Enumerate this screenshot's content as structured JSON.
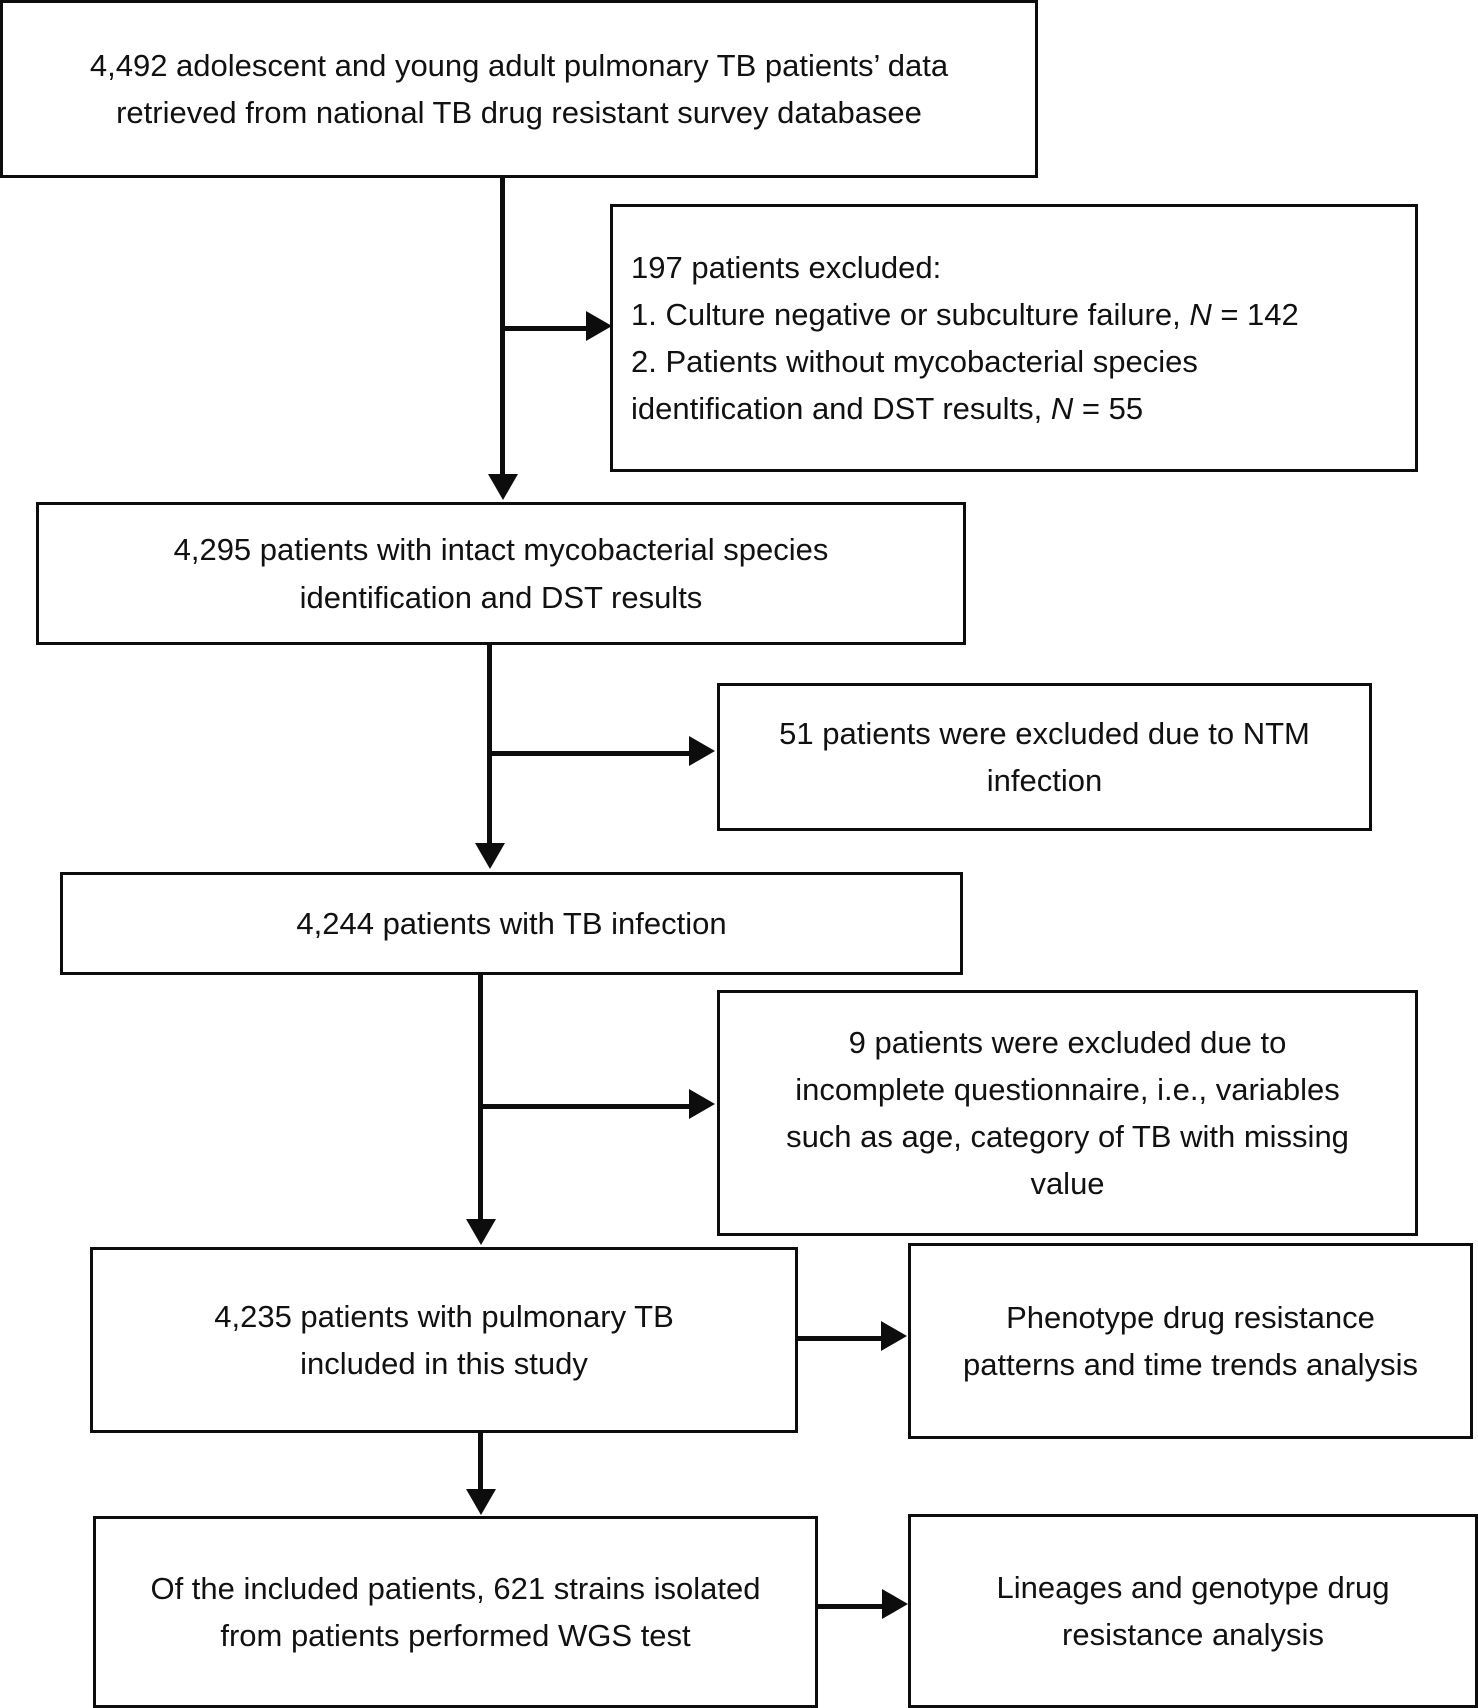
{
  "chart_data": {
    "type": "diagram",
    "title": "Study participant flow diagram",
    "nodes": [
      {
        "id": "source",
        "text": "4,492 adolescent and young adult pulmonary TB patients' data retrieved from national TB drug resistant survey databasee",
        "count": 4492
      },
      {
        "id": "excluded197",
        "text": "197 patients excluded: 1. Culture negative or subculture failure, N = 142; 2. Patients without mycobacterial species identification and DST results, N = 55",
        "count": 197
      },
      {
        "id": "intact",
        "text": "4,295 patients with intact mycobacterial species identification and DST results",
        "count": 4295
      },
      {
        "id": "ntm",
        "text": "51 patients were excluded due to NTM infection",
        "count": 51
      },
      {
        "id": "tbinf",
        "text": "4,244 patients with TB infection",
        "count": 4244
      },
      {
        "id": "excluded9",
        "text": "9 patients were excluded due to incomplete questionnaire, i.e., variables such as age, category of TB with missing value",
        "count": 9
      },
      {
        "id": "included",
        "text": "4,235 patients with pulmonary TB included in this study",
        "count": 4235
      },
      {
        "id": "phenotype",
        "text": "Phenotype drug resistance patterns and time trends analysis"
      },
      {
        "id": "wgs",
        "text": "Of the included patients, 621 strains isolated from patients performed WGS test",
        "count": 621
      },
      {
        "id": "lineage",
        "text": "Lineages and genotype drug resistance analysis"
      }
    ],
    "edges": [
      {
        "from": "source",
        "to": "intact",
        "type": "down"
      },
      {
        "from": "source",
        "to": "excluded197",
        "type": "right"
      },
      {
        "from": "intact",
        "to": "tbinf",
        "type": "down"
      },
      {
        "from": "intact",
        "to": "ntm",
        "type": "right"
      },
      {
        "from": "tbinf",
        "to": "included",
        "type": "down"
      },
      {
        "from": "tbinf",
        "to": "excluded9",
        "type": "right"
      },
      {
        "from": "included",
        "to": "phenotype",
        "type": "right"
      },
      {
        "from": "included",
        "to": "wgs",
        "type": "down"
      },
      {
        "from": "wgs",
        "to": "lineage",
        "type": "right"
      }
    ]
  },
  "boxes": {
    "source": {
      "line1": "4,492 adolescent and young adult pulmonary TB patients’ data",
      "line2": "retrieved from national TB drug resistant survey databasee"
    },
    "excluded197": {
      "line1": "197 patients excluded:",
      "line2a": "1. Culture negative or subculture failure, ",
      "line2b": "N",
      "line2c": " = 142",
      "line3": "2. Patients without mycobacterial species",
      "line4a": "identification and DST results, ",
      "line4b": "N",
      "line4c": " = 55"
    },
    "intact": {
      "line1": "4,295 patients with intact mycobacterial species",
      "line2": "identification and DST results"
    },
    "ntm": {
      "line1": "51 patients were excluded due to NTM",
      "line2": "infection"
    },
    "tbinf": {
      "line1": "4,244 patients with TB infection"
    },
    "excluded9": {
      "line1": "9 patients were excluded due to",
      "line2": "incomplete questionnaire, i.e., variables",
      "line3": "such as age, category of TB with missing",
      "line4": "value"
    },
    "included": {
      "line1": "4,235 patients with pulmonary TB",
      "line2": "included in this study"
    },
    "phenotype": {
      "line1": "Phenotype drug resistance",
      "line2": "patterns and time trends analysis"
    },
    "wgs": {
      "line1": "Of the included patients, 621 strains isolated",
      "line2": "from patients performed WGS test"
    },
    "lineage": {
      "line1": "Lineages and genotype drug",
      "line2": "resistance analysis"
    }
  },
  "colors": {
    "stroke": "#0d0d0d",
    "background": "#ffffff",
    "text": "#111111"
  }
}
